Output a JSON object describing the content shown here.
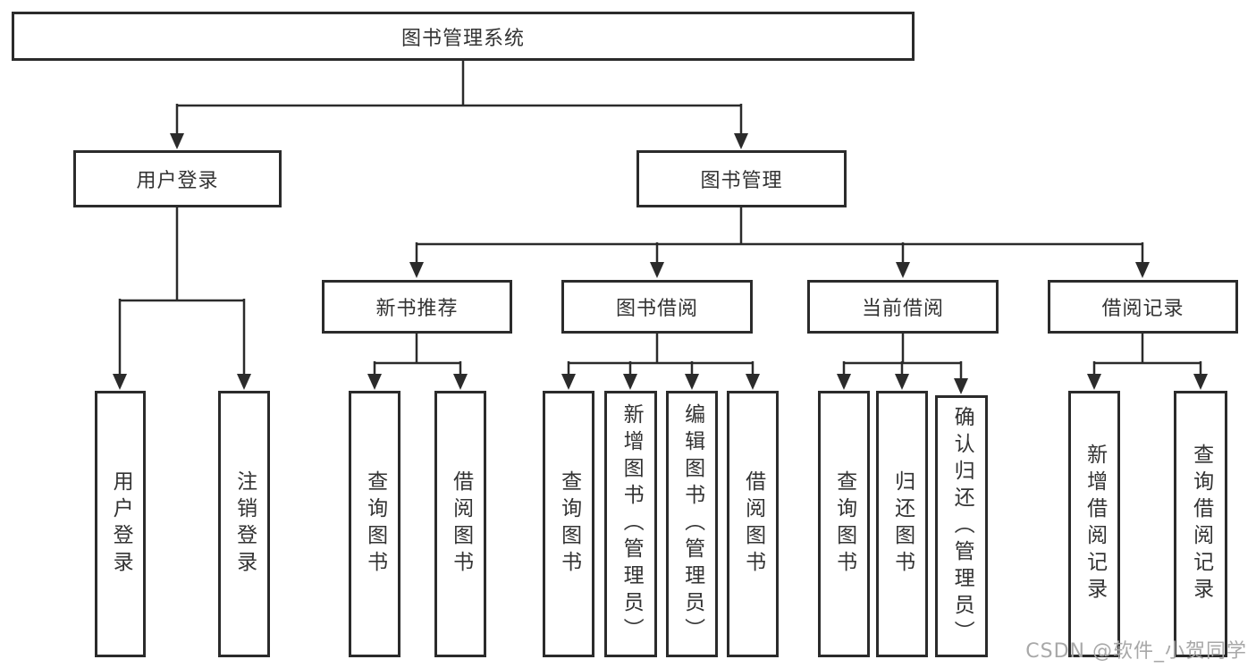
{
  "tree": {
    "label": "图书管理系统",
    "children": [
      {
        "label": "用户登录",
        "children": [
          {
            "label": "用户登录"
          },
          {
            "label": "注销登录"
          }
        ]
      },
      {
        "label": "图书管理",
        "children": [
          {
            "label": "新书推荐",
            "children": [
              {
                "label": "查询图书"
              },
              {
                "label": "借阅图书"
              }
            ]
          },
          {
            "label": "图书借阅",
            "children": [
              {
                "label": "查询图书"
              },
              {
                "label": "新增图书（管理员）"
              },
              {
                "label": "编辑图书（管理员）"
              },
              {
                "label": "借阅图书"
              }
            ]
          },
          {
            "label": "当前借阅",
            "children": [
              {
                "label": "查询图书"
              },
              {
                "label": "归还图书"
              },
              {
                "label": "确认归还（管理员）"
              }
            ]
          },
          {
            "label": "借阅记录",
            "children": [
              {
                "label": "新增借阅记录"
              },
              {
                "label": "查询借阅记录"
              }
            ]
          }
        ]
      }
    ]
  },
  "watermark": {
    "text": "CSDN @软件_小贺同学"
  },
  "colors": {
    "line": "#2b2b2b",
    "text": "#333333",
    "background": "#ffffff",
    "watermark": "#a8a8a8"
  }
}
